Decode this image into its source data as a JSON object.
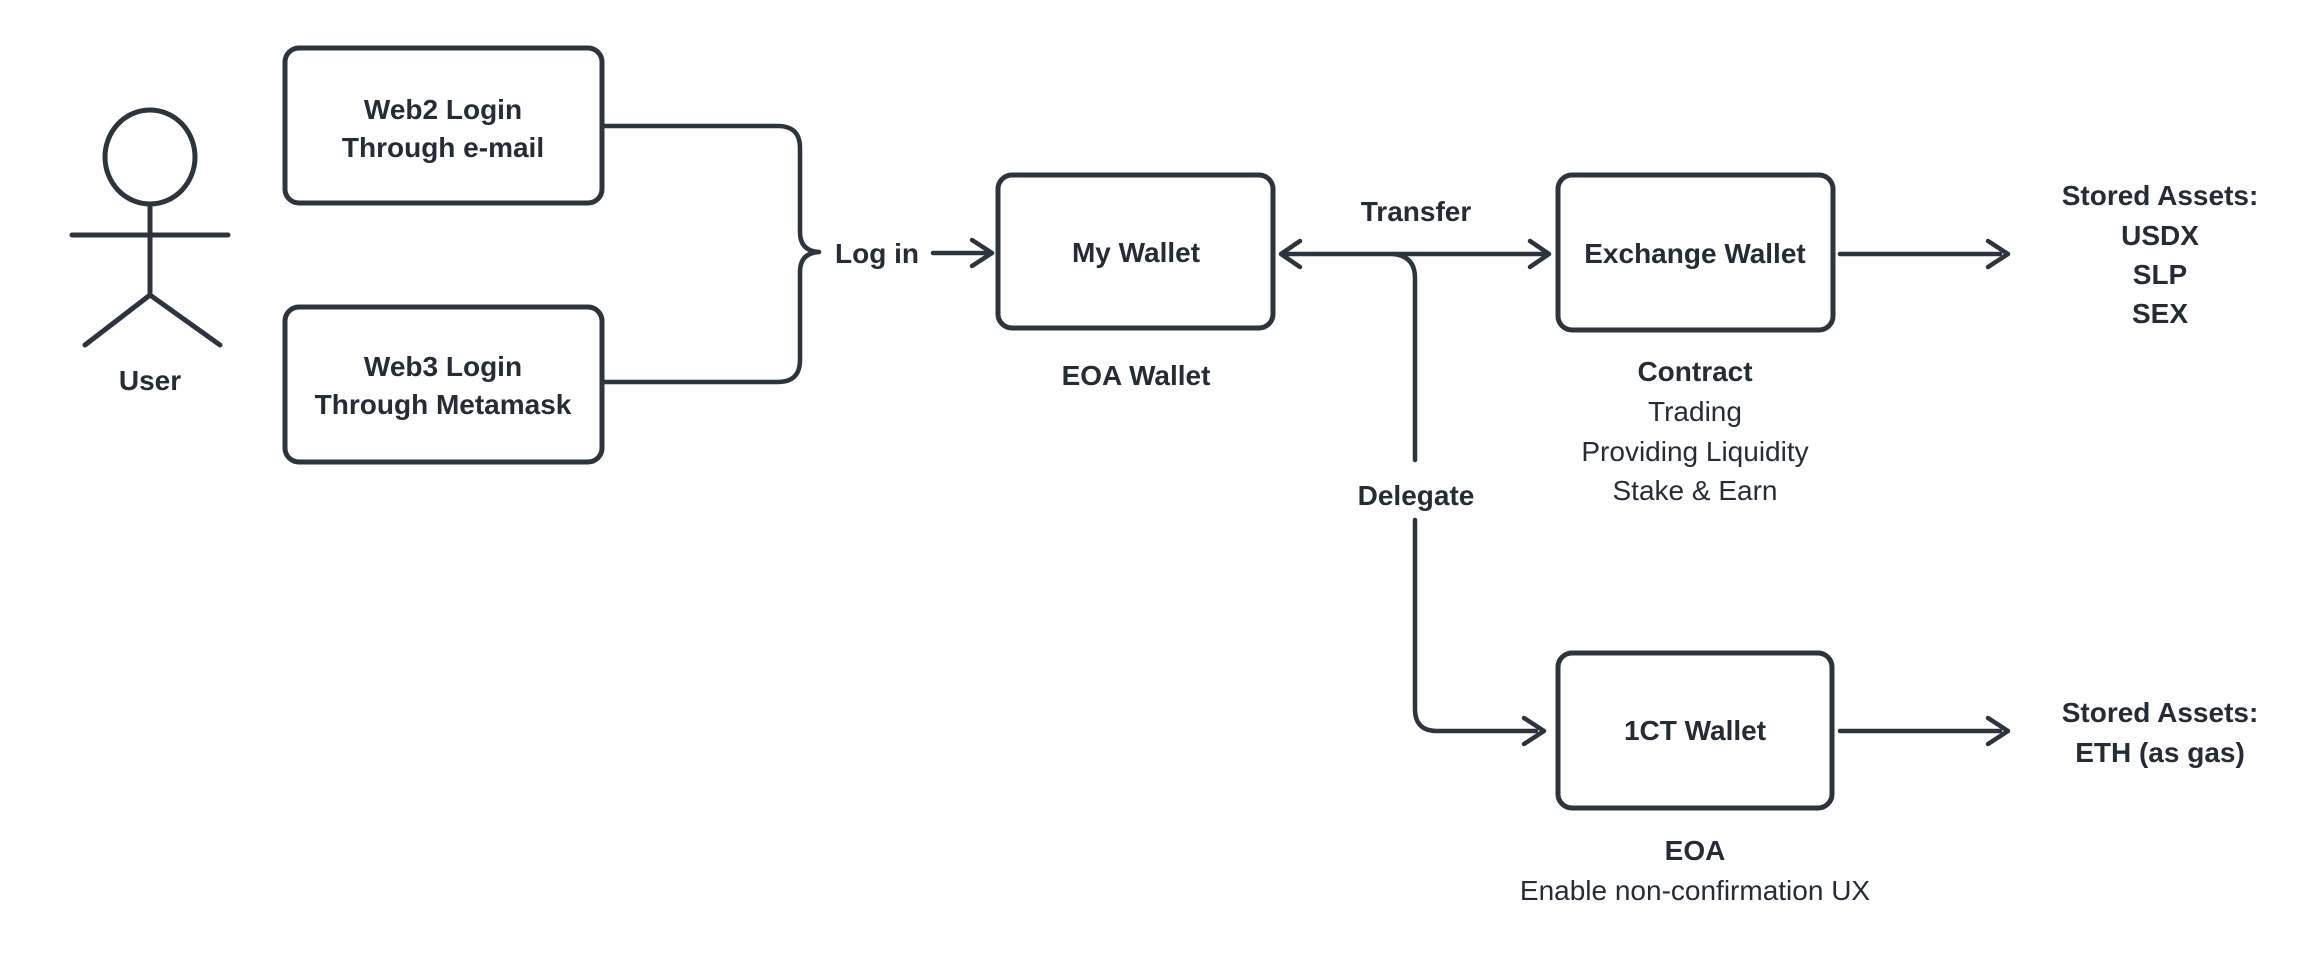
{
  "colors": {
    "stroke": "#2e343d",
    "text": "#262c36",
    "background": "#ffffff"
  },
  "actor": {
    "label": "User"
  },
  "nodes": {
    "web2_login": {
      "line1": "Web2 Login",
      "line2": "Through e-mail"
    },
    "web3_login": {
      "line1": "Web3 Login",
      "line2": "Through Metamask"
    },
    "my_wallet": {
      "label": "My Wallet",
      "caption": "EOA Wallet"
    },
    "exchange_wallet": {
      "label": "Exchange Wallet",
      "caption_title": "Contract",
      "caption_items": [
        "Trading",
        "Providing Liquidity",
        "Stake & Earn"
      ]
    },
    "one_ct_wallet": {
      "label": "1CT Wallet",
      "caption_title": "EOA",
      "caption_items": [
        "Enable non-confirmation UX"
      ]
    }
  },
  "edge_labels": {
    "login": "Log in",
    "transfer": "Transfer",
    "delegate": "Delegate"
  },
  "stored_assets_exchange": {
    "title": "Stored Assets:",
    "items": [
      "USDX",
      "SLP",
      "SEX"
    ]
  },
  "stored_assets_one_ct": {
    "title": "Stored Assets:",
    "items": [
      "ETH (as gas)"
    ]
  }
}
